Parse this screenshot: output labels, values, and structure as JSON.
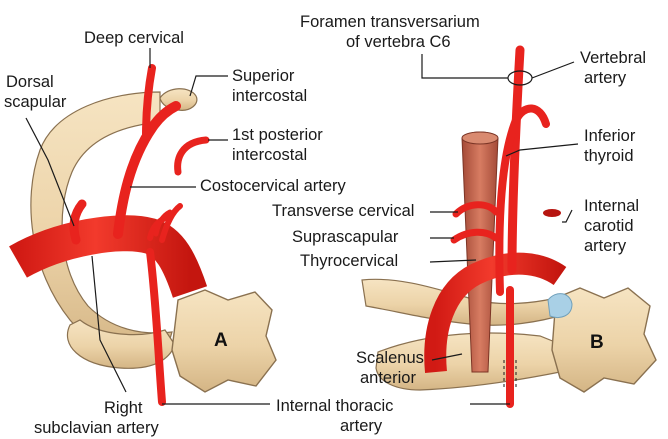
{
  "panel_a": {
    "letter": "A",
    "labels": {
      "deep_cervical": "Deep cervical",
      "dorsal_scapular_1": "Dorsal",
      "dorsal_scapular_2": "scapular",
      "superior_intercostal_1": "Superior",
      "superior_intercostal_2": "intercostal",
      "posterior_intercostal_1": "1st posterior",
      "posterior_intercostal_2": "intercostal",
      "costocervical": "Costocervical artery",
      "right_subclavian_1": "Right",
      "right_subclavian_2": "subclavian artery"
    }
  },
  "panel_b": {
    "letter": "B",
    "labels": {
      "foramen_1": "Foramen transversarium",
      "foramen_2": "of vertebra C6",
      "vertebral_1": "Vertebral",
      "vertebral_2": "artery",
      "inferior_thyroid_1": "Inferior",
      "inferior_thyroid_2": "thyroid",
      "internal_carotid_1": "Internal",
      "internal_carotid_2": "carotid",
      "internal_carotid_3": "artery",
      "transverse_cervical": "Transverse cervical",
      "suprascapular": "Suprascapular",
      "thyrocervical": "Thyrocervical",
      "scalenus_1": "Scalenus",
      "scalenus_2": "anterior",
      "internal_thoracic_1": "Internal thoracic",
      "internal_thoracic_2": "artery"
    }
  },
  "colors": {
    "artery": "#e8231e",
    "bone": "#ecd3a8",
    "bone_outline": "#8a7150",
    "muscle": "#c2664e",
    "cartilage": "#a9d0e6",
    "leader": "#1a1a1a"
  }
}
